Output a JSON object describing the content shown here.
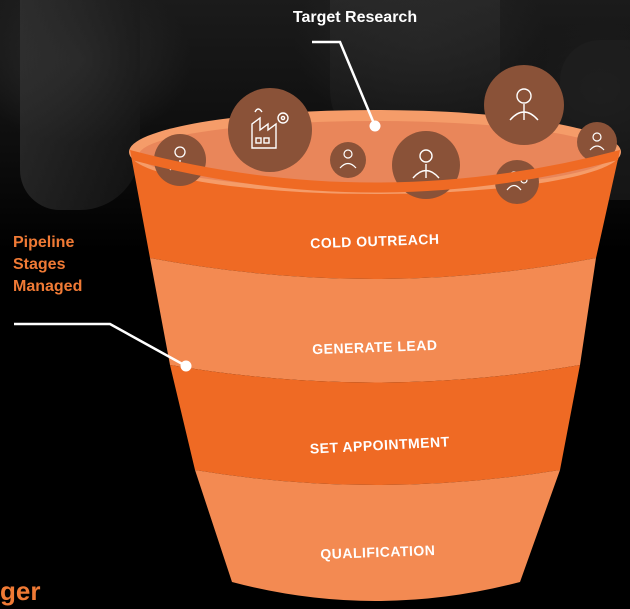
{
  "top_label": "Target Research",
  "left_label": [
    "Pipeline",
    "Stages",
    "Managed"
  ],
  "bottom_partial_text": "ger",
  "stages": [
    {
      "label": "COLD OUTREACH"
    },
    {
      "label": "GENERATE LEAD"
    },
    {
      "label": "SET APPOINTMENT"
    },
    {
      "label": "QUALIFICATION"
    }
  ],
  "colors": {
    "dark_orange": "#ef6a24",
    "light_orange": "#f38a52",
    "rim": "#f59c69",
    "bubble": "#8a5238",
    "accent_text": "#f07a35",
    "background": "#000000"
  },
  "icons": [
    "person-icon",
    "factory-gear-icon",
    "person-icon",
    "person-icon",
    "person-gear-icon",
    "person-icon",
    "person-icon"
  ]
}
